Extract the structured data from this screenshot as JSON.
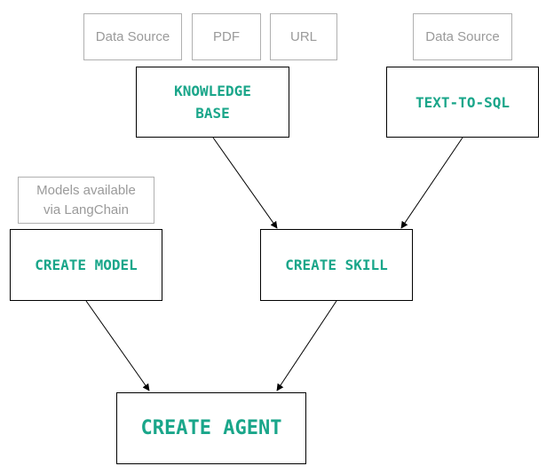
{
  "sources": {
    "kb_data_source": "Data Source",
    "kb_pdf": "PDF",
    "kb_url": "URL",
    "sql_data_source": "Data Source",
    "models_line1": "Models available",
    "models_line2": "via LangChain"
  },
  "nodes": {
    "knowledge_base_line1": "KNOWLEDGE",
    "knowledge_base_line2": "BASE",
    "text_to_sql": "TEXT-TO-SQL",
    "create_model": "CREATE MODEL",
    "create_skill": "CREATE SKILL",
    "create_agent": "CREATE AGENT"
  },
  "colors": {
    "node_text": "#1aa68a",
    "source_text": "#9a9a9a",
    "source_border": "#b0b0b0",
    "node_border": "#000000"
  }
}
